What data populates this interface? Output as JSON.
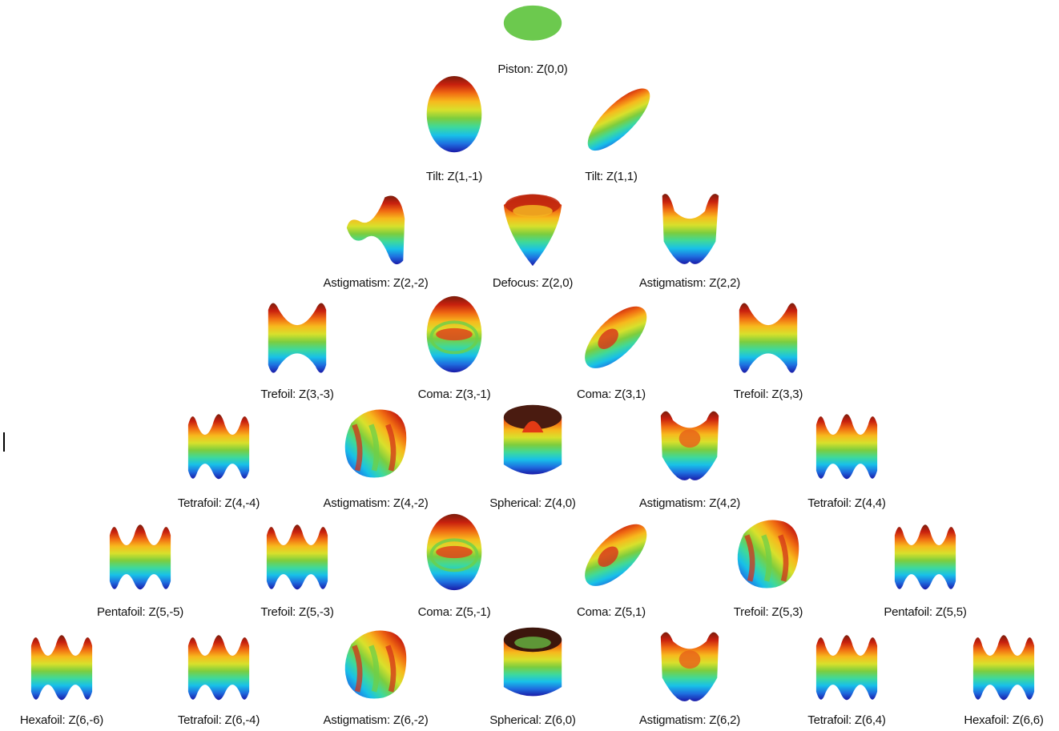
{
  "palette": {
    "jet": [
      "#1a1aa8",
      "#1e6fe0",
      "#18c0e8",
      "#3fd99a",
      "#7ccd3e",
      "#d8e02c",
      "#f7b91d",
      "#f06a12",
      "#c8200e",
      "#7a1d0c"
    ],
    "piston": "#6cc94e"
  },
  "modes": [
    {
      "label": "Piston: Z(0,0)",
      "n": 0,
      "m": 0,
      "shape": "disk"
    },
    {
      "label": "Tilt: Z(1,-1)",
      "n": 1,
      "m": -1,
      "shape": "tilt-vertical"
    },
    {
      "label": "Tilt: Z(1,1)",
      "n": 1,
      "m": 1,
      "shape": "tilt-diagonal"
    },
    {
      "label": "Astigmatism: Z(2,-2)",
      "n": 2,
      "m": -2,
      "shape": "saddle-twisted"
    },
    {
      "label": "Defocus: Z(2,0)",
      "n": 2,
      "m": 0,
      "shape": "bowl"
    },
    {
      "label": "Astigmatism: Z(2,2)",
      "n": 2,
      "m": 2,
      "shape": "saddle"
    },
    {
      "label": "Trefoil: Z(3,-3)",
      "n": 3,
      "m": -3,
      "shape": "wave-2"
    },
    {
      "label": "Coma: Z(3,-1)",
      "n": 3,
      "m": -1,
      "shape": "coma-vertical"
    },
    {
      "label": "Coma: Z(3,1)",
      "n": 3,
      "m": 1,
      "shape": "coma-diagonal"
    },
    {
      "label": "Trefoil: Z(3,3)",
      "n": 3,
      "m": 3,
      "shape": "wave-2"
    },
    {
      "label": "Tetrafoil: Z(4,-4)",
      "n": 4,
      "m": -4,
      "shape": "wave-3"
    },
    {
      "label": "Astigmatism: Z(4,-2)",
      "n": 4,
      "m": -2,
      "shape": "ripple-tilted"
    },
    {
      "label": "Spherical: Z(4,0)",
      "n": 4,
      "m": 0,
      "shape": "cylinder-peak"
    },
    {
      "label": "Astigmatism: Z(4,2)",
      "n": 4,
      "m": 2,
      "shape": "saddle-ripple"
    },
    {
      "label": "Tetrafoil: Z(4,4)",
      "n": 4,
      "m": 4,
      "shape": "wave-3"
    },
    {
      "label": "Pentafoil: Z(5,-5)",
      "n": 5,
      "m": -5,
      "shape": "wave-3"
    },
    {
      "label": "Trefoil: Z(5,-3)",
      "n": 5,
      "m": -3,
      "shape": "wave-3"
    },
    {
      "label": "Coma: Z(5,-1)",
      "n": 5,
      "m": -1,
      "shape": "coma-vertical"
    },
    {
      "label": "Coma: Z(5,1)",
      "n": 5,
      "m": 1,
      "shape": "coma-diagonal"
    },
    {
      "label": "Trefoil: Z(5,3)",
      "n": 5,
      "m": 3,
      "shape": "ripple-tilted"
    },
    {
      "label": "Pentafoil: Z(5,5)",
      "n": 5,
      "m": 5,
      "shape": "wave-3"
    },
    {
      "label": "Hexafoil: Z(6,-6)",
      "n": 6,
      "m": -6,
      "shape": "wave-3"
    },
    {
      "label": "Tetrafoil: Z(6,-4)",
      "n": 6,
      "m": -4,
      "shape": "wave-3"
    },
    {
      "label": "Astigmatism: Z(6,-2)",
      "n": 6,
      "m": -2,
      "shape": "ripple-tilted"
    },
    {
      "label": "Spherical: Z(6,0)",
      "n": 6,
      "m": 0,
      "shape": "cylinder-dark"
    },
    {
      "label": "Astigmatism: Z(6,2)",
      "n": 6,
      "m": 2,
      "shape": "saddle-ripple"
    },
    {
      "label": "Tetrafoil: Z(6,4)",
      "n": 6,
      "m": 4,
      "shape": "wave-3"
    },
    {
      "label": "Hexafoil: Z(6,6)",
      "n": 6,
      "m": 6,
      "shape": "wave-3"
    }
  ]
}
